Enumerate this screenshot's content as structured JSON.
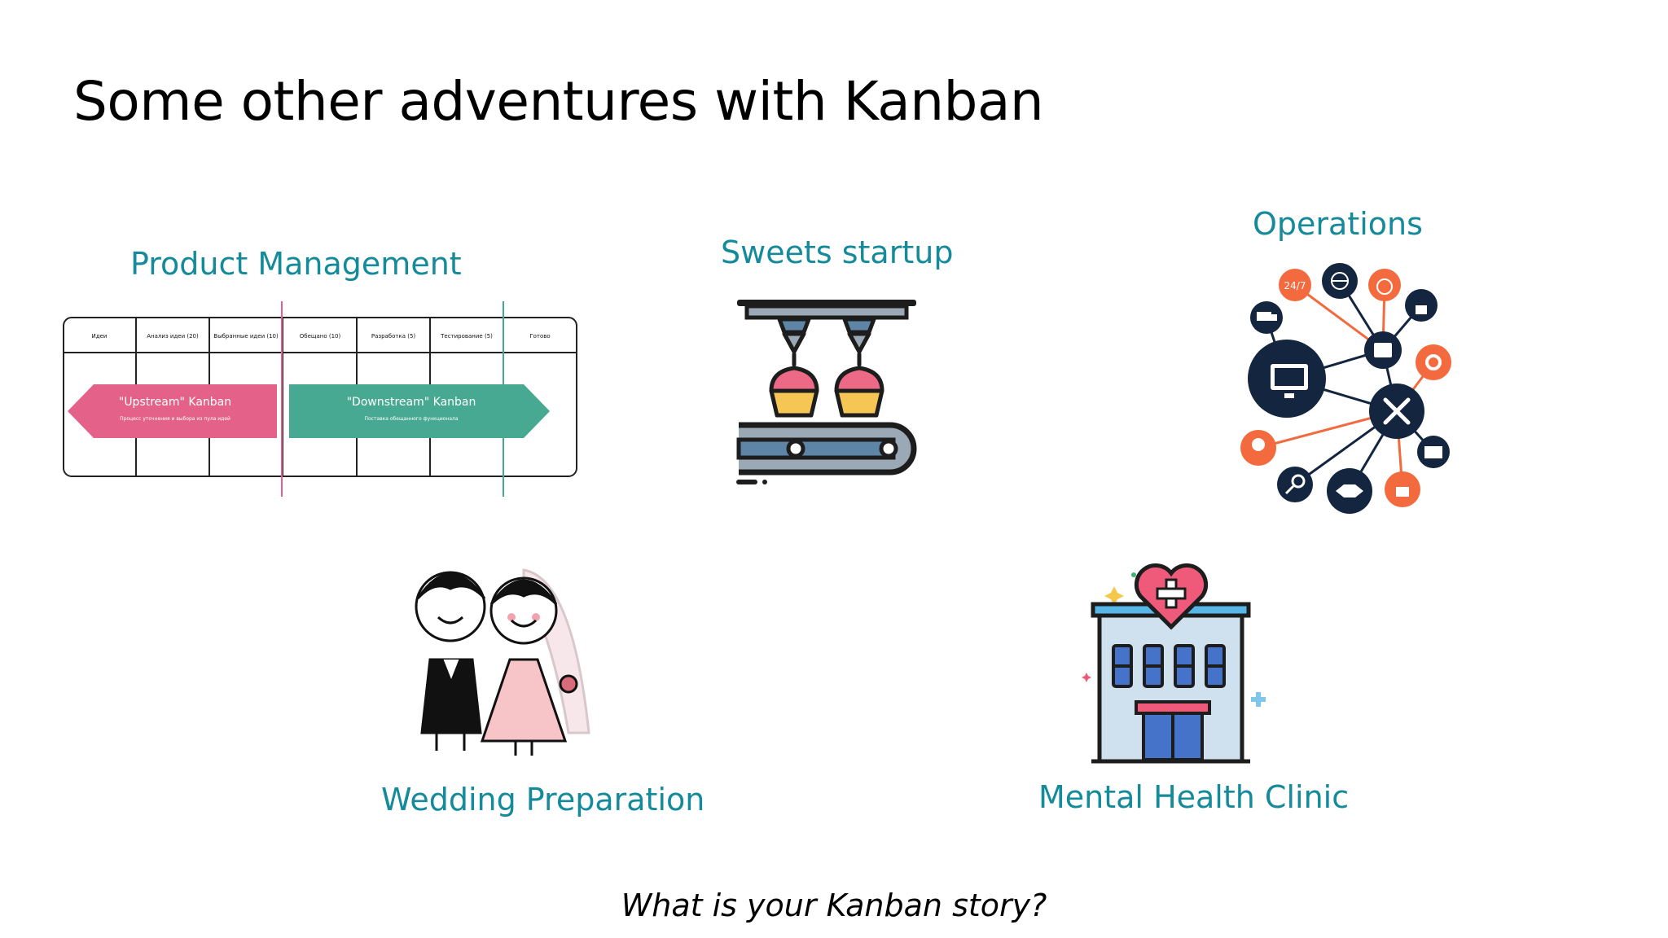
{
  "slide": {
    "title": "Some other adventures with Kanban",
    "footer": "What is your Kanban story?"
  },
  "sections": {
    "product_management": "Product Management",
    "sweets_startup": "Sweets startup",
    "operations": "Operations",
    "wedding_preparation": "Wedding Preparation",
    "mental_health_clinic": "Mental Health Clinic"
  },
  "kanban_board": {
    "columns": [
      "Идеи",
      "Анализ идеи (20)",
      "Выбранные идеи (10)",
      "Обещано (10)",
      "Разработка (5)",
      "Тестирование (5)",
      "Готово"
    ],
    "upstream": {
      "title": "\"Upstream\" Kanban",
      "subtitle": "Процесс уточнения и выбора из пула идей",
      "color": "#e4628a"
    },
    "downstream": {
      "title": "\"Downstream\" Kanban",
      "subtitle": "Поставка обещанного функционала",
      "color": "#47a992"
    }
  },
  "operations_icons": [
    {
      "icon": "24-7-icon",
      "text": "24/7"
    },
    {
      "icon": "globe-icon"
    },
    {
      "icon": "stopwatch-icon"
    },
    {
      "icon": "unlock-icon"
    },
    {
      "icon": "truck-icon"
    },
    {
      "icon": "phone-icon"
    },
    {
      "icon": "gears-icon"
    },
    {
      "icon": "computer-icon"
    },
    {
      "icon": "tools-icon"
    },
    {
      "icon": "mail-icon"
    },
    {
      "icon": "lightbulb-icon"
    },
    {
      "icon": "magnifier-icon"
    },
    {
      "icon": "handshake-icon"
    },
    {
      "icon": "thumbs-up-icon"
    }
  ],
  "colors": {
    "label_teal": "#148a9a",
    "navy": "#13253f",
    "orange": "#f26a3d"
  }
}
